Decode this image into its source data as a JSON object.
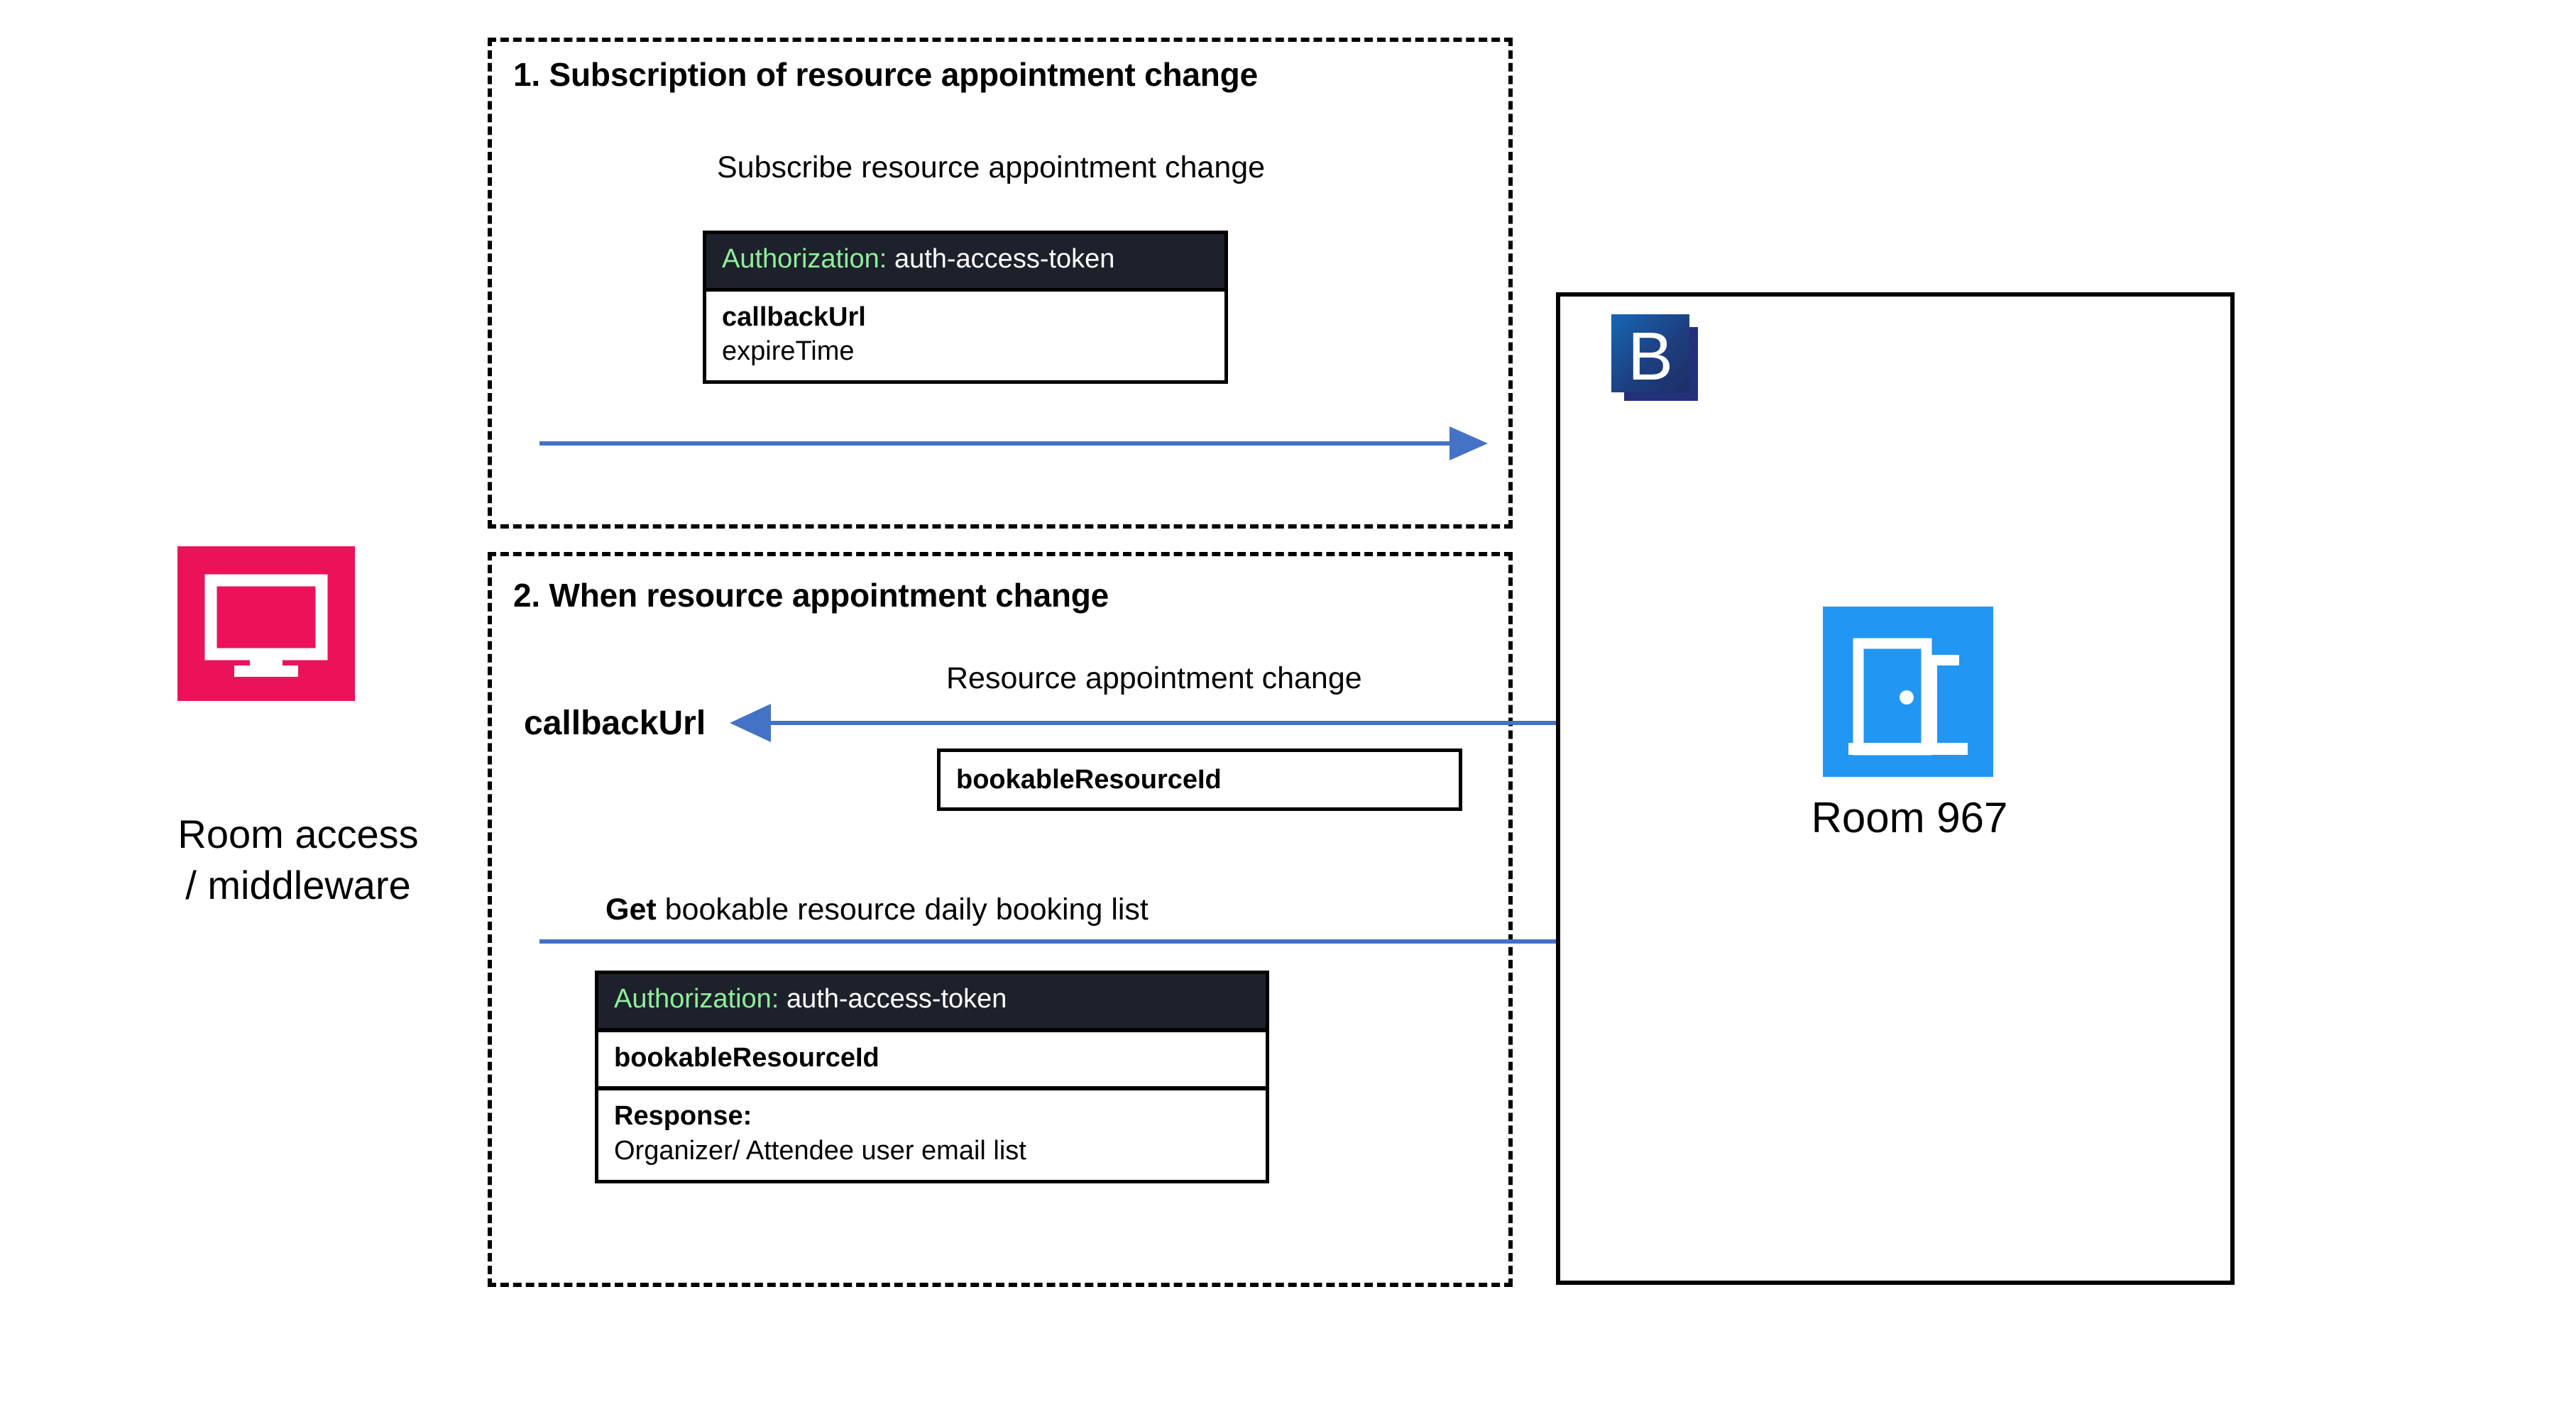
{
  "diagram": {
    "title_semantic": "resource-appointment-subscription-flow",
    "accent_arrow_color": "#4472c4",
    "actor_icon_color": "#eb1259",
    "room_icon_color": "#2196f3",
    "api_header_bg": "#1d212b",
    "api_header_key_color": "#90ee9a"
  },
  "actor": {
    "icon": "monitor-icon",
    "label_line1": "Room access",
    "label_line2": "/ middleware"
  },
  "steps": [
    {
      "id": "step-1",
      "title": "1. Subscription of resource appointment change",
      "arrow_label": "Subscribe resource appointment change",
      "arrow_direction": "right",
      "api": {
        "auth_key": "Authorization:",
        "auth_value": "auth-access-token",
        "fields": [
          {
            "name": "callbackUrl",
            "bold": true
          },
          {
            "name": "expireTime",
            "bold": false
          }
        ]
      }
    },
    {
      "id": "step-2",
      "title": "2. When resource appointment change",
      "callback_label": "callbackUrl",
      "inbound_arrow_label": "Resource appointment change",
      "inbound_arrow_direction": "left",
      "inbound_payload": "bookableResourceId",
      "outbound_arrow_label_bold": "Get",
      "outbound_arrow_label_rest": " bookable resource daily booking list",
      "outbound_arrow_direction": "right",
      "api": {
        "auth_key": "Authorization:",
        "auth_value": "auth-access-token",
        "request_field": "bookableResourceId",
        "response_title": "Response:",
        "response_value": "Organizer/ Attendee user email list"
      }
    }
  ],
  "right_panel": {
    "brand_logo_letter": "B",
    "room_icon": "door-icon",
    "room_label": "Room 967"
  }
}
